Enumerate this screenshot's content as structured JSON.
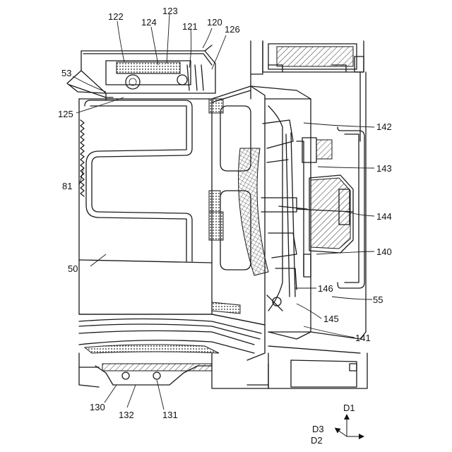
{
  "figure": {
    "labels": {
      "l122": "122",
      "l123": "123",
      "l124": "124",
      "l121": "121",
      "l120": "120",
      "l126": "126",
      "l53": "53",
      "l125": "125",
      "l81": "81",
      "l50": "50",
      "l142": "142",
      "l143": "143",
      "l144": "144",
      "l140": "140",
      "l146": "146",
      "l55": "55",
      "l145": "145",
      "l141": "141",
      "l130": "130",
      "l132": "132",
      "l131": "131"
    },
    "axes": {
      "d1": "D1",
      "d3": "D3",
      "d2": "D2"
    }
  }
}
